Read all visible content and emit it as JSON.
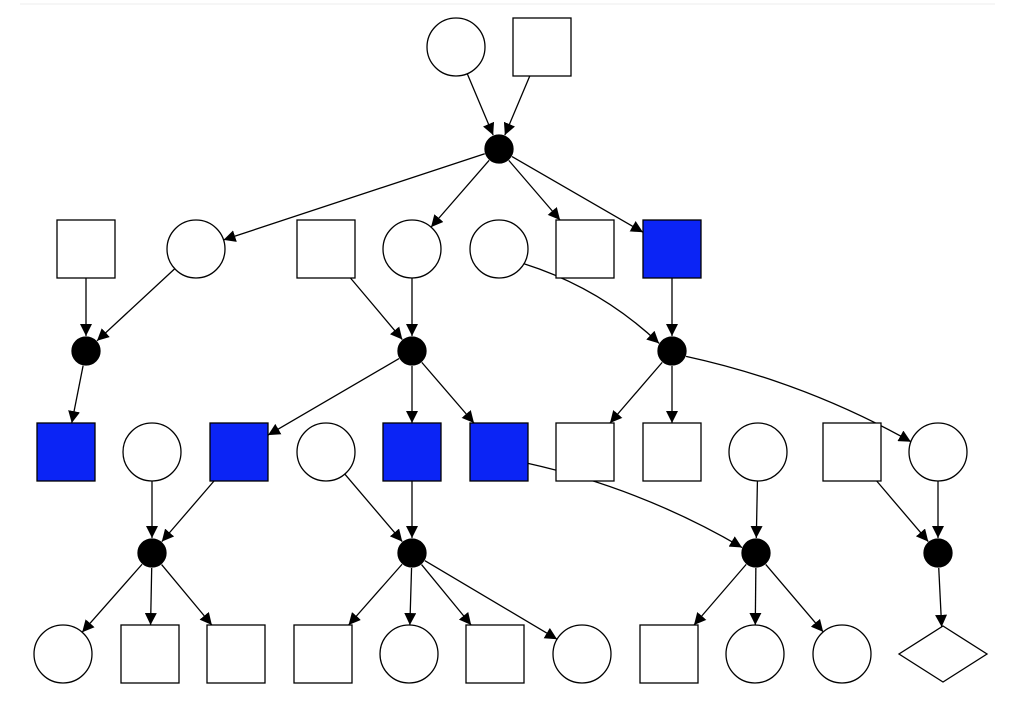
{
  "diagram": {
    "type": "pedigree",
    "colors": {
      "affected": "#0b24f5",
      "unaffected": "#ffffff",
      "union": "#000000",
      "line": "#000000"
    },
    "nodes": [
      {
        "id": "g1_f",
        "shape": "circle",
        "affected": false
      },
      {
        "id": "g1_m",
        "shape": "square",
        "affected": false
      },
      {
        "id": "u1",
        "shape": "union"
      },
      {
        "id": "g2_sq_a",
        "shape": "square",
        "affected": false
      },
      {
        "id": "g2_ci_a",
        "shape": "circle",
        "affected": false
      },
      {
        "id": "g2_sq_b",
        "shape": "square",
        "affected": false
      },
      {
        "id": "g2_ci_b",
        "shape": "circle",
        "affected": false
      },
      {
        "id": "g2_ci_c",
        "shape": "circle",
        "affected": false
      },
      {
        "id": "g2_sq_c",
        "shape": "square",
        "affected": false
      },
      {
        "id": "g2_sq_d",
        "shape": "square",
        "affected": true
      },
      {
        "id": "u2",
        "shape": "union"
      },
      {
        "id": "u3",
        "shape": "union"
      },
      {
        "id": "u4",
        "shape": "union"
      },
      {
        "id": "g3_sq_a",
        "shape": "square",
        "affected": true
      },
      {
        "id": "g3_ci_a",
        "shape": "circle",
        "affected": false
      },
      {
        "id": "g3_sq_b",
        "shape": "square",
        "affected": true
      },
      {
        "id": "g3_ci_b",
        "shape": "circle",
        "affected": false
      },
      {
        "id": "g3_sq_c",
        "shape": "square",
        "affected": true
      },
      {
        "id": "g3_sq_d",
        "shape": "square",
        "affected": true
      },
      {
        "id": "g3_sq_e",
        "shape": "square",
        "affected": false
      },
      {
        "id": "g3_sq_f",
        "shape": "square",
        "affected": false
      },
      {
        "id": "g3_ci_c",
        "shape": "circle",
        "affected": false
      },
      {
        "id": "g3_sq_g",
        "shape": "square",
        "affected": false
      },
      {
        "id": "g3_ci_d",
        "shape": "circle",
        "affected": false
      },
      {
        "id": "u5",
        "shape": "union"
      },
      {
        "id": "u6",
        "shape": "union"
      },
      {
        "id": "u7",
        "shape": "union"
      },
      {
        "id": "u8",
        "shape": "union"
      },
      {
        "id": "g4_ci_a",
        "shape": "circle",
        "affected": false
      },
      {
        "id": "g4_sq_a",
        "shape": "square",
        "affected": false
      },
      {
        "id": "g4_sq_b",
        "shape": "square",
        "affected": false
      },
      {
        "id": "g4_sq_c",
        "shape": "square",
        "affected": false
      },
      {
        "id": "g4_ci_b",
        "shape": "circle",
        "affected": false
      },
      {
        "id": "g4_sq_d",
        "shape": "square",
        "affected": false
      },
      {
        "id": "g4_ci_c",
        "shape": "circle",
        "affected": false
      },
      {
        "id": "g4_sq_e",
        "shape": "square",
        "affected": false
      },
      {
        "id": "g4_ci_d",
        "shape": "circle",
        "affected": false
      },
      {
        "id": "g4_ci_e",
        "shape": "circle",
        "affected": false
      },
      {
        "id": "g4_di_a",
        "shape": "diamond",
        "affected": false
      }
    ],
    "edges": [
      [
        "g1_f",
        "u1"
      ],
      [
        "g1_m",
        "u1"
      ],
      [
        "u1",
        "g2_ci_a"
      ],
      [
        "u1",
        "g2_ci_b"
      ],
      [
        "u1",
        "g2_sq_c"
      ],
      [
        "u1",
        "g2_sq_d"
      ],
      [
        "g2_sq_a",
        "u2"
      ],
      [
        "g2_ci_a",
        "u2"
      ],
      [
        "g2_sq_b",
        "u3"
      ],
      [
        "g2_ci_b",
        "u3"
      ],
      [
        "g2_ci_c",
        "u4"
      ],
      [
        "g2_sq_d",
        "u4"
      ],
      [
        "u2",
        "g3_sq_a"
      ],
      [
        "u3",
        "g3_sq_b"
      ],
      [
        "u3",
        "g3_sq_c"
      ],
      [
        "u3",
        "g3_sq_d"
      ],
      [
        "u4",
        "g3_sq_e"
      ],
      [
        "u4",
        "g3_sq_f"
      ],
      [
        "u4",
        "g3_ci_d"
      ],
      [
        "g3_ci_a",
        "u5"
      ],
      [
        "g3_sq_b",
        "u5"
      ],
      [
        "g3_ci_b",
        "u6"
      ],
      [
        "g3_sq_c",
        "u6"
      ],
      [
        "g3_sq_d",
        "u7"
      ],
      [
        "g3_ci_c",
        "u7"
      ],
      [
        "g3_sq_g",
        "u8"
      ],
      [
        "g3_ci_d",
        "u8"
      ],
      [
        "u5",
        "g4_ci_a"
      ],
      [
        "u5",
        "g4_sq_a"
      ],
      [
        "u5",
        "g4_sq_b"
      ],
      [
        "u6",
        "g4_sq_c"
      ],
      [
        "u6",
        "g4_ci_b"
      ],
      [
        "u6",
        "g4_sq_d"
      ],
      [
        "u6",
        "g4_ci_c"
      ],
      [
        "u7",
        "g4_sq_e"
      ],
      [
        "u7",
        "g4_ci_d"
      ],
      [
        "u7",
        "g4_ci_e"
      ],
      [
        "u8",
        "g4_di_a"
      ]
    ]
  }
}
